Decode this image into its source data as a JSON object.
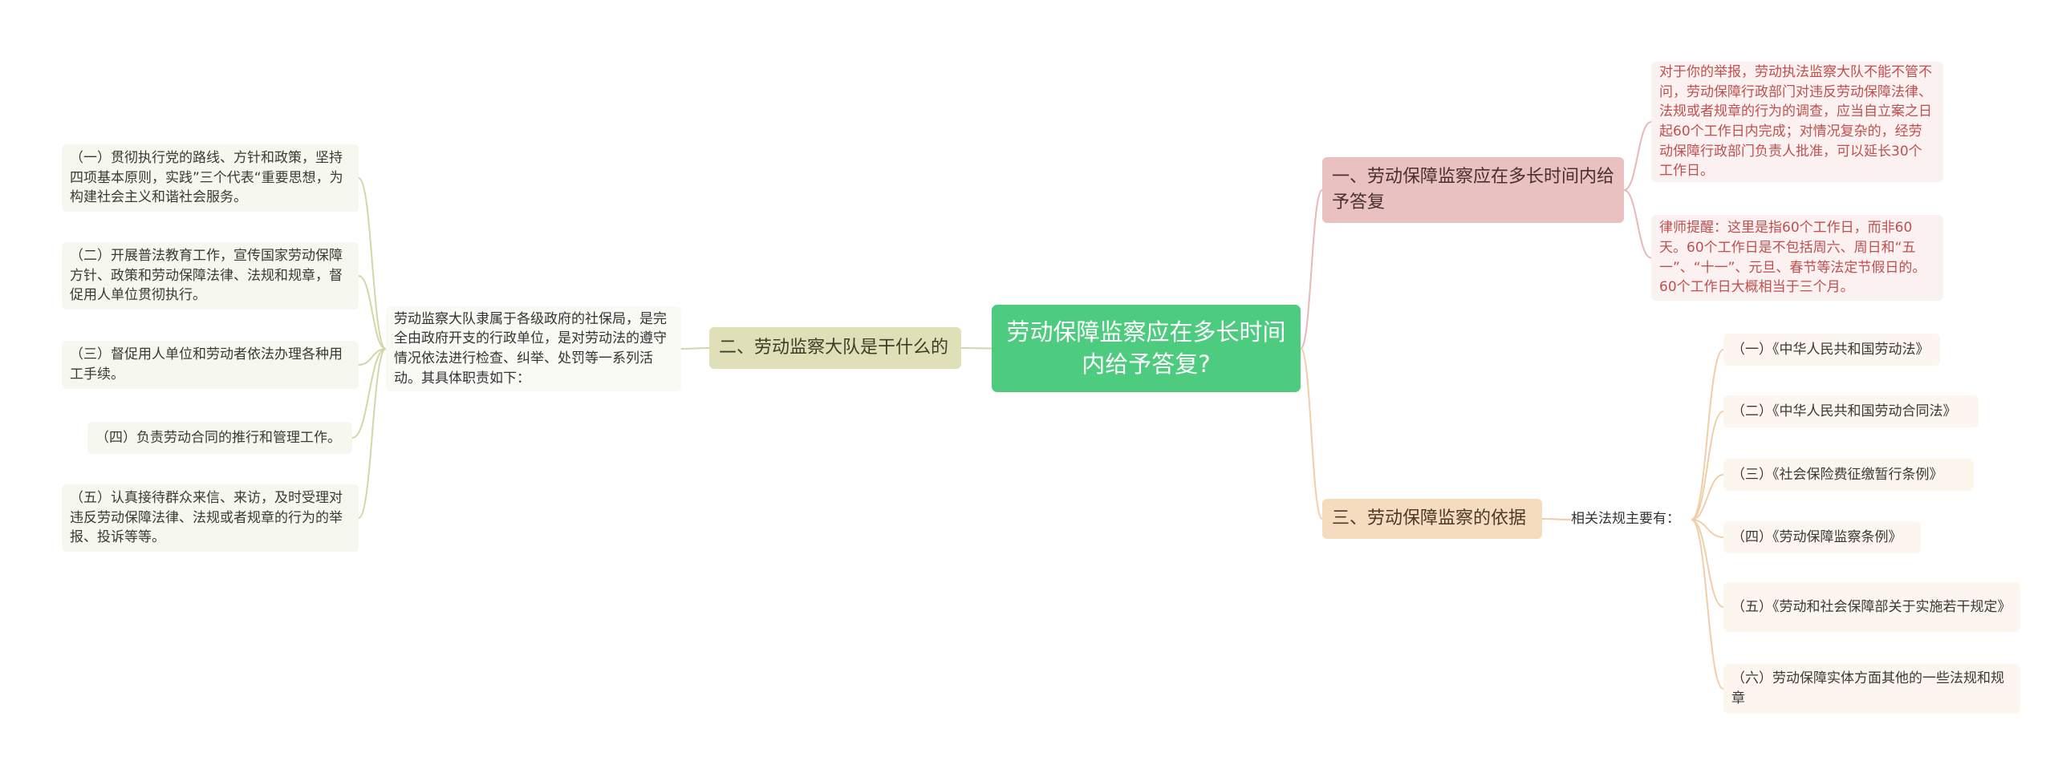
{
  "root": {
    "title": "劳动保障监察应在多长时间内给予答复?"
  },
  "branch1": {
    "label": "一、劳动保障监察应在多长时间内给予答复",
    "items": [
      "对于你的举报，劳动执法监察大队不能不管不问，劳动保障行政部门对违反劳动保障法律、法规或者规章的行为的调查，应当自立案之日起60个工作日内完成；对情况复杂的，经劳动保障行政部门负责人批准，可以延长30个工作日。",
      "律师提醒：这里是指60个工作日，而非60天。60个工作日是不包括周六、周日和“五一”、“十一”、元旦、春节等法定节假日的。60个工作日大概相当于三个月。"
    ]
  },
  "branch2": {
    "label": "二、劳动监察大队是干什么的",
    "intro": "劳动监察大队隶属于各级政府的社保局，是完全由政府开支的行政单位，是对劳动法的遵守情况依法进行检查、纠举、处罚等一系列活动。其具体职责如下：",
    "items": [
      "（一）贯彻执行党的路线、方针和政策，坚持四项基本原则，实践”三个代表“重要思想，为构建社会主义和谐社会服务。",
      "（二）开展普法教育工作，宣传国家劳动保障方针、政策和劳动保障法律、法规和规章，督促用人单位贯彻执行。",
      "（三）督促用人单位和劳动者依法办理各种用工手续。",
      "（四）负责劳动合同的推行和管理工作。",
      "（五）认真接待群众来信、来访，及时受理对违反劳动保障法律、法规或者规章的行为的举报、投诉等等。"
    ]
  },
  "branch3": {
    "label": "三、劳动保障监察的依据",
    "intro": "相关法规主要有：",
    "items": [
      "（一）《中华人民共和国劳动法》",
      "（二）《中华人民共和国劳动合同法》",
      "（三）《社会保险费征缴暂行条例》",
      "（四）《劳动保障监察条例》",
      "（五）《劳动和社会保障部关于实施若干规定》",
      "（六）劳动保障实体方面其他的一些法规和规章"
    ]
  },
  "colors": {
    "root": "#4dcb7e",
    "branch1": "#e9c1c1",
    "branch2": "#dfe0b7",
    "branch3": "#f6dcbf",
    "connector1": "#e6b8b8",
    "connector2": "#d4d6a6",
    "connector3": "#f0cfa8",
    "leaf_red_text": "#c0504d"
  }
}
